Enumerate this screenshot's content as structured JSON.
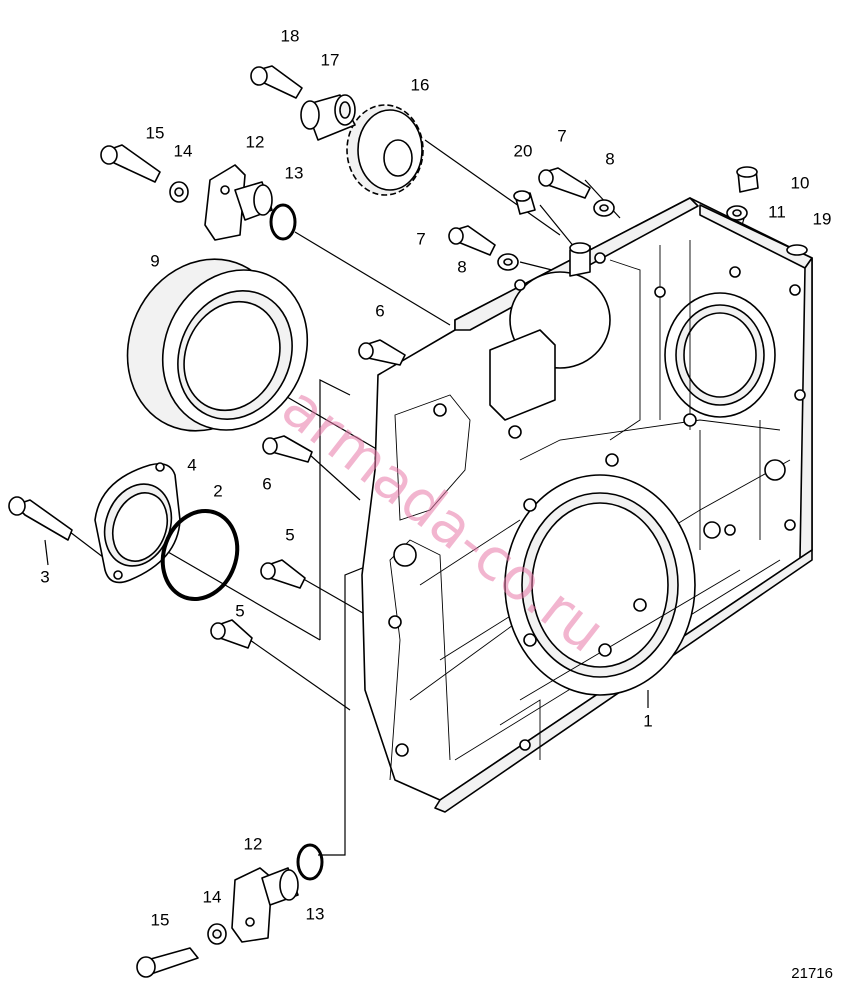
{
  "figure_number": "21716",
  "watermark": "armada-co.ru",
  "callouts": {
    "c1": "1",
    "c2": "2",
    "c3": "3",
    "c4": "4",
    "c5a": "5",
    "c5b": "5",
    "c6a": "6",
    "c6b": "6",
    "c7a": "7",
    "c7b": "7",
    "c8a": "8",
    "c8b": "8",
    "c9": "9",
    "c10": "10",
    "c11": "11",
    "c12a": "12",
    "c12b": "12",
    "c13a": "13",
    "c13b": "13",
    "c14a": "14",
    "c14b": "14",
    "c15a": "15",
    "c15b": "15",
    "c16": "16",
    "c17": "17",
    "c18": "18",
    "c19": "19",
    "c20": "20"
  }
}
